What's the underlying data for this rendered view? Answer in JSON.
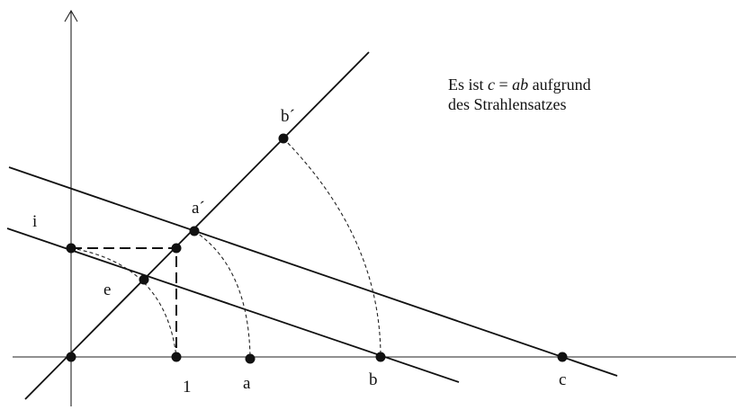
{
  "caption": {
    "line1_prefix": "Es ist ",
    "var_c": "c",
    "equals": " = ",
    "var_ab": "ab",
    "line1_suffix": " aufgrund",
    "line2": "des Strahlensatzes"
  },
  "points": {
    "i": "i",
    "e": "e",
    "a_prime": "a´",
    "b_prime": "b´",
    "one": "1",
    "a": "a",
    "b": "b",
    "c": "c"
  }
}
